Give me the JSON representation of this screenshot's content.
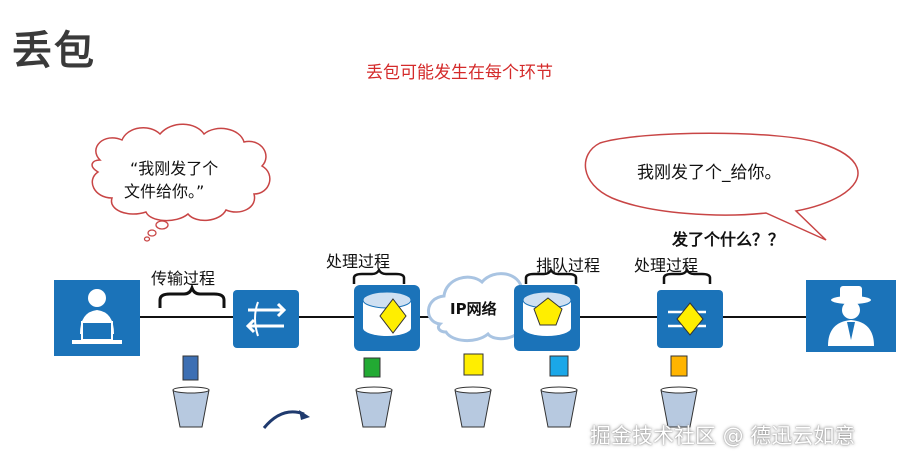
{
  "title": "丢包",
  "subtitle": "丢包可能发生在每个环节",
  "left_bubble": [
    "“我刚发了个",
    "文件给你。”"
  ],
  "right_bubble": "我刚发了个_给你。",
  "question": "发了个什么？？",
  "labels": {
    "transmission": "传输过程",
    "processing_1": "处理过程",
    "queuing": "排队过程",
    "processing_2": "处理过程"
  },
  "network": "IP网络",
  "watermark": "掘金技术社区 @ 德迅云如意",
  "packets": [
    {
      "node": "sender-link",
      "color": "#3d6fb3"
    },
    {
      "node": "router-1",
      "color": "#22aa33"
    },
    {
      "node": "ip-network",
      "color": "#ffee00"
    },
    {
      "node": "router-2",
      "color": "#1aa7e8"
    },
    {
      "node": "switch-2",
      "color": "#ffb400"
    }
  ],
  "colors": {
    "device_blue": "#1b73b9",
    "bubble_stroke": "#c84545",
    "bucket_fill": "#b7c9e0"
  },
  "icons": [
    "computer-user-icon",
    "switch-icon",
    "router-icon",
    "cloud-icon",
    "agent-user-icon",
    "bucket-icon",
    "arrow-icon"
  ]
}
